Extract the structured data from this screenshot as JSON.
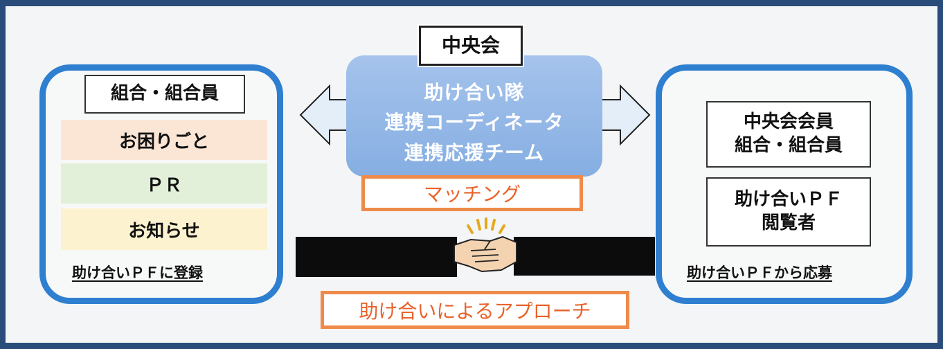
{
  "left_panel": {
    "header": "組合・組合員",
    "items": [
      "お困りごと",
      "ＰＲ",
      "お知らせ"
    ],
    "footer": "助け合いＰＦに登録",
    "item_colors": [
      "#fbe6d6",
      "#e3f0d9",
      "#fdf2cf"
    ]
  },
  "center": {
    "title": "中央会",
    "lines": [
      "助け合い隊",
      "連携コーディネータ",
      "連携応援チーム"
    ],
    "matching": "マッチング",
    "approach": "助け合いによるアプローチ"
  },
  "right_panel": {
    "box1": [
      "中央会会員",
      "組合・組合員"
    ],
    "box2": [
      "助け合いＰＦ",
      "閲覧者"
    ],
    "footer": "助け合いＰＦから応募"
  },
  "colors": {
    "frame": "#2a4c7a",
    "panel_border": "#2f7fd0",
    "center_fill": "#8fb5e6",
    "accent_orange": "#ef8b4a"
  }
}
